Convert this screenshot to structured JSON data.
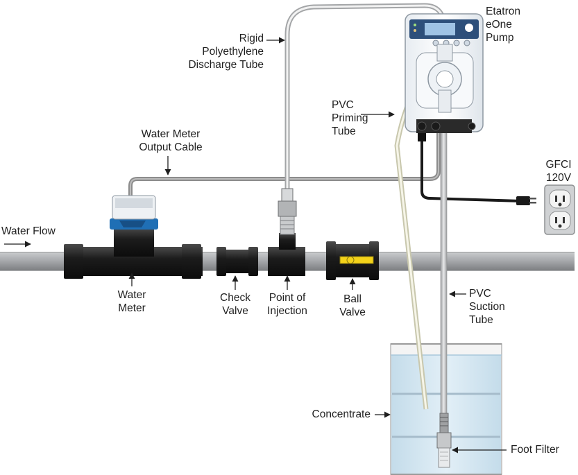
{
  "labels": {
    "pump": [
      "Etatron",
      "eOne",
      "Pump"
    ],
    "discharge_tube": [
      "Rigid",
      "Polyethylene",
      "Discharge Tube"
    ],
    "priming_tube": [
      "PVC",
      "Priming",
      "Tube"
    ],
    "meter_cable": [
      "Water Meter",
      "Output Cable"
    ],
    "gfci": [
      "GFCI",
      "120V"
    ],
    "water_flow": "Water Flow",
    "water_meter": [
      "Water",
      "Meter"
    ],
    "check_valve": [
      "Check",
      "Valve"
    ],
    "injection": [
      "Point of",
      "Injection"
    ],
    "ball_valve": [
      "Ball",
      "Valve"
    ],
    "suction_tube": [
      "PVC",
      "Suction",
      "Tube"
    ],
    "concentrate": "Concentrate",
    "foot_filter": "Foot Filter"
  },
  "colors": {
    "pipe": "#a7a9ac",
    "fitting": "#1c1c1c",
    "water": "#d6e9f5",
    "meter_band": "#1f6fb5",
    "valve_handle": "#f3d21a",
    "cable": "#8c8c8c"
  }
}
